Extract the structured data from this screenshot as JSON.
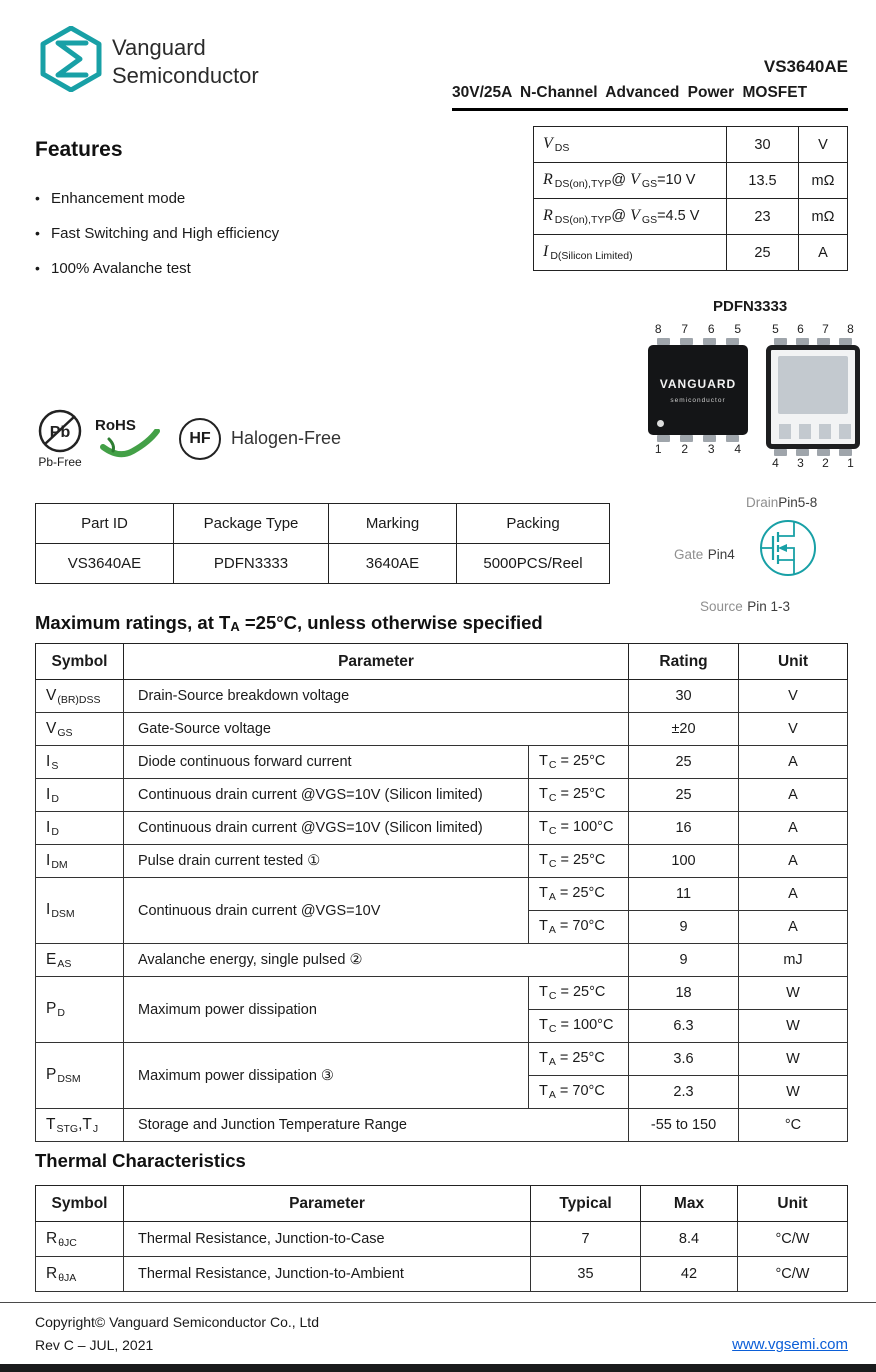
{
  "colors": {
    "accent_teal": "#18a0a6",
    "link_blue": "#0b5ed7",
    "rohs_green": "#43a047"
  },
  "header": {
    "brand_line1": "Vanguard",
    "brand_line2": "Semiconductor",
    "part_number": "VS3640AE",
    "subtitle": "30V/25A N-Channel Advanced Power MOSFET"
  },
  "quick_specs": [
    {
      "m1": "V",
      "s1": "DS",
      "mid": "",
      "m2": "",
      "s2": "",
      "tail": "",
      "value": "30",
      "unit": "V"
    },
    {
      "m1": "R",
      "s1": "DS(on),TYP",
      "mid": "@ ",
      "m2": "V",
      "s2": "GS",
      "tail": "=10 V",
      "value": "13.5",
      "unit": "mΩ"
    },
    {
      "m1": "R",
      "s1": "DS(on),TYP",
      "mid": "@ ",
      "m2": "V",
      "s2": "GS",
      "tail": "=4.5 V",
      "value": "23",
      "unit": "mΩ"
    },
    {
      "m1": "I",
      "s1": "D(Silicon Limited)",
      "mid": "",
      "m2": "",
      "s2": "",
      "tail": "",
      "value": "25",
      "unit": "A"
    }
  ],
  "features": {
    "title": "Features",
    "items": [
      "Enhancement mode",
      "Fast Switching and High efficiency",
      "100% Avalanche test"
    ]
  },
  "badges": {
    "pb_symbol": "Pb",
    "pb_label": "Pb-Free",
    "rohs_label": "RoHS",
    "hf_symbol": "HF",
    "hf_label": "Halogen-Free"
  },
  "package": {
    "title": "PDFN3333",
    "chip_brand": "VANGUARD",
    "chip_sub": "semiconductor",
    "top_view_pins_top": [
      "8",
      "7",
      "6",
      "5"
    ],
    "top_view_pins_bottom": [
      "1",
      "2",
      "3",
      "4"
    ],
    "bottom_view_pins_top": [
      "5",
      "6",
      "7",
      "8"
    ],
    "bottom_view_pins_bottom": [
      "4",
      "3",
      "2",
      "1"
    ],
    "pin_drain_label": "Drain",
    "pin_drain_pins": "Pin5-8",
    "pin_gate_label": "Gate",
    "pin_gate_pins": "Pin4",
    "pin_source_label": "Source",
    "pin_source_pins": "Pin 1-3"
  },
  "part_table": {
    "headers": [
      "Part ID",
      "Package Type",
      "Marking",
      "Packing"
    ],
    "row": [
      "VS3640AE",
      "PDFN3333",
      "3640AE",
      "5000PCS/Reel"
    ]
  },
  "max_ratings": {
    "title_pre": "Maximum ratings, at T",
    "title_sub": "A",
    "title_post": " =25°C, unless otherwise specified",
    "headers": {
      "symbol": "Symbol",
      "parameter": "Parameter",
      "rating": "Rating",
      "unit": "Unit"
    },
    "rows": [
      {
        "m": "V",
        "s": "(BR)DSS",
        "param": "Drain-Source breakdown voltage",
        "rating": "30",
        "unit": "V"
      },
      {
        "m": "V",
        "s": "GS",
        "param": "Gate-Source voltage",
        "rating": "±20",
        "unit": "V"
      },
      {
        "m": "I",
        "s": "S",
        "param": "Diode continuous forward current",
        "cm": "T",
        "cs": "C",
        "cv": " = 25°C",
        "rating": "25",
        "unit": "A"
      },
      {
        "m": "I",
        "s": "D",
        "param": "Continuous drain current @VGS=10V (Silicon limited)",
        "cm": "T",
        "cs": "C",
        "cv": " = 25°C",
        "rating": "25",
        "unit": "A"
      },
      {
        "m": "I",
        "s": "D",
        "param": "Continuous drain current @VGS=10V (Silicon limited)",
        "cm": "T",
        "cs": "C",
        "cv": " = 100°C",
        "rating": "16",
        "unit": "A"
      },
      {
        "m": "I",
        "s": "DM",
        "param": "Pulse drain current tested ①",
        "cm": "T",
        "cs": "C",
        "cv": " = 25°C",
        "rating": "100",
        "unit": "A"
      },
      {
        "m": "I",
        "s": "DSM",
        "param": "Continuous drain current @VGS=10V",
        "c1m": "T",
        "c1s": "A",
        "c1v": " = 25°C",
        "r1": "11",
        "u1": "A",
        "c2m": "T",
        "c2s": "A",
        "c2v": " = 70°C",
        "r2": "9",
        "u2": "A"
      },
      {
        "m": "E",
        "s": "AS",
        "param": "Avalanche energy, single pulsed ②",
        "rating": "9",
        "unit": "mJ"
      },
      {
        "m": "P",
        "s": "D",
        "param": "Maximum power dissipation",
        "c1m": "T",
        "c1s": "C",
        "c1v": " = 25°C",
        "r1": "18",
        "u1": "W",
        "c2m": "T",
        "c2s": "C",
        "c2v": " = 100°C",
        "r2": "6.3",
        "u2": "W"
      },
      {
        "m": "P",
        "s": "DSM",
        "param": "Maximum power dissipation ③",
        "c1m": "T",
        "c1s": "A",
        "c1v": " = 25°C",
        "r1": "3.6",
        "u1": "W",
        "c2m": "T",
        "c2s": "A",
        "c2v": " = 70°C",
        "r2": "2.3",
        "u2": "W"
      },
      {
        "m": "T",
        "s": "STG",
        "m2": ",T",
        "s2": "J",
        "param": "Storage and Junction Temperature Range",
        "rating": "-55 to 150",
        "unit": "°C"
      }
    ]
  },
  "thermal": {
    "title": "Thermal Characteristics",
    "headers": {
      "symbol": "Symbol",
      "parameter": "Parameter",
      "typical": "Typical",
      "max": "Max",
      "unit": "Unit"
    },
    "rows": [
      {
        "m": "R",
        "s": "θJC",
        "param": "Thermal Resistance, Junction-to-Case",
        "typical": "7",
        "max": "8.4",
        "unit": "°C/W"
      },
      {
        "m": "R",
        "s": "θJA",
        "param": "Thermal Resistance, Junction-to-Ambient",
        "typical": "35",
        "max": "42",
        "unit": "°C/W"
      }
    ]
  },
  "footer": {
    "copyright": "Copyright© Vanguard Semiconductor Co., Ltd",
    "rev": "Rev C – JUL, 2021",
    "link": "www.vgsemi.com"
  }
}
